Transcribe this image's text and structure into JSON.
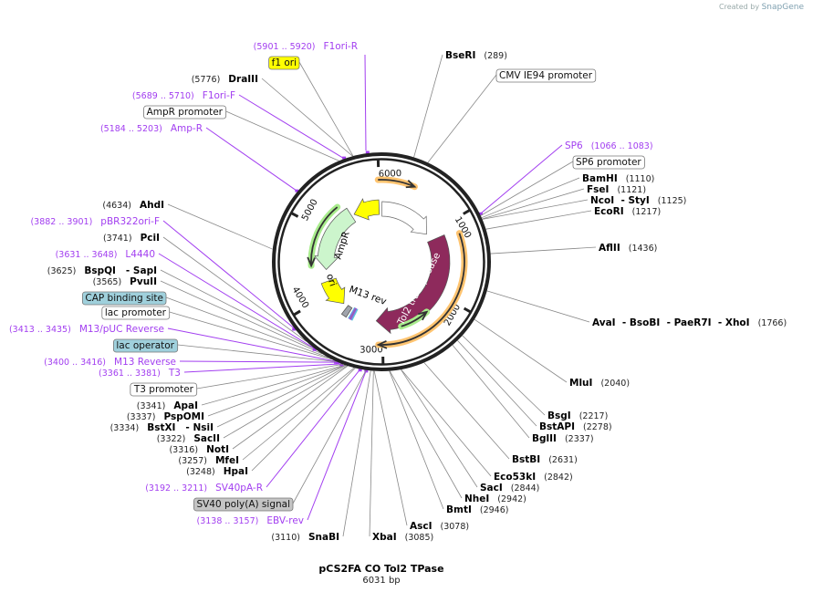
{
  "header": {
    "created_by": "Created by",
    "brand": "SnapGene"
  },
  "map": {
    "name": "pCS2FA CO Tol2 TPase",
    "length": "6031 bp",
    "length_bp": 6031
  },
  "colors": {
    "primer": "#a23ef0",
    "ring": "#222222",
    "tol2": "#8e2a5c",
    "ampr": "#ccf5cc",
    "ori": "#ffff00",
    "orange": "#ffc470",
    "green": "#a8ec8c"
  },
  "ticks": [
    {
      "label": "1000",
      "pos": 1000
    },
    {
      "label": "2000",
      "pos": 2000
    },
    {
      "label": "3000",
      "pos": 3000
    },
    {
      "label": "4000",
      "pos": 4000
    },
    {
      "label": "5000",
      "pos": 5000
    },
    {
      "label": "6000",
      "pos": 6000
    }
  ],
  "enzymes": [
    {
      "name": "BseRI",
      "pos": "(289)"
    },
    {
      "name": "BamHI",
      "pos": "(1110)"
    },
    {
      "name": "FseI",
      "pos": "(1121)"
    },
    {
      "name": "NcoI  - StyI",
      "pos": "(1125)"
    },
    {
      "name": "EcoRI",
      "pos": "(1217)"
    },
    {
      "name": "AflII",
      "pos": "(1436)"
    },
    {
      "name": "AvaI  - BsoBI  - PaeR7I  - XhoI",
      "pos": "(1766)"
    },
    {
      "name": "MluI",
      "pos": "(2040)"
    },
    {
      "name": "BsgI",
      "pos": "(2217)"
    },
    {
      "name": "BstAPI",
      "pos": "(2278)"
    },
    {
      "name": "BglII",
      "pos": "(2337)"
    },
    {
      "name": "BstBI",
      "pos": "(2631)"
    },
    {
      "name": "Eco53kI",
      "pos": "(2842)"
    },
    {
      "name": "SacI",
      "pos": "(2844)"
    },
    {
      "name": "NheI",
      "pos": "(2942)"
    },
    {
      "name": "BmtI",
      "pos": "(2946)"
    },
    {
      "name": "AscI",
      "pos": "(3078)"
    },
    {
      "name": "XbaI",
      "pos": "(3085)"
    },
    {
      "name": "SnaBI",
      "pos": "(3110)"
    },
    {
      "name": "HpaI",
      "pos": "(3248)"
    },
    {
      "name": "MfeI",
      "pos": "(3257)"
    },
    {
      "name": "NotI",
      "pos": "(3316)"
    },
    {
      "name": "SacII",
      "pos": "(3322)"
    },
    {
      "name": "BstXI   - NsiI",
      "pos": "(3334)"
    },
    {
      "name": "PspOMI",
      "pos": "(3337)"
    },
    {
      "name": "ApaI",
      "pos": "(3341)"
    },
    {
      "name": "PvuII",
      "pos": "(3565)"
    },
    {
      "name": "BspQI   - SapI",
      "pos": "(3625)"
    },
    {
      "name": "PciI",
      "pos": "(3741)"
    },
    {
      "name": "AhdI",
      "pos": "(4634)"
    },
    {
      "name": "DraIII",
      "pos": "(5776)"
    }
  ],
  "primers": [
    {
      "name": "F1ori-R",
      "range": "(5901 .. 5920)"
    },
    {
      "name": "F1ori-F",
      "range": "(5689 .. 5710)"
    },
    {
      "name": "Amp-R",
      "range": "(5184 .. 5203)"
    },
    {
      "name": "pBR322ori-F",
      "range": "(3882 .. 3901)"
    },
    {
      "name": "L4440",
      "range": "(3631 .. 3648)"
    },
    {
      "name": "M13/pUC Reverse",
      "range": "(3413 .. 3435)"
    },
    {
      "name": "M13 Reverse",
      "range": "(3400 .. 3416)"
    },
    {
      "name": "T3",
      "range": "(3361 .. 3381)"
    },
    {
      "name": "SV40pA-R",
      "range": "(3192 .. 3211)"
    },
    {
      "name": "EBV-rev",
      "range": "(3138 .. 3157)"
    },
    {
      "name": "SP6",
      "range": "(1066 .. 1083)"
    }
  ],
  "feature_labels": [
    {
      "name": "f1 ori",
      "color": "#ffff00"
    },
    {
      "name": "CMV IE94 promoter",
      "color": "#ffffff"
    },
    {
      "name": "AmpR promoter",
      "color": "#ffffff"
    },
    {
      "name": "SP6 promoter",
      "color": "#ffffff"
    },
    {
      "name": "CAP binding site",
      "color": "#9fd0dc"
    },
    {
      "name": "lac promoter",
      "color": "#ffffff"
    },
    {
      "name": "lac operator",
      "color": "#9fd0dc"
    },
    {
      "name": "T3 promoter",
      "color": "#ffffff"
    },
    {
      "name": "SV40 poly(A) signal",
      "color": "#c4c4c4"
    }
  ],
  "features": [
    {
      "name": "Tol2 transposase",
      "start": 1120,
      "end": 3100,
      "direction": "forward",
      "color": "#8e2a5c"
    },
    {
      "name": "CMV IE94 promoter",
      "start": 10,
      "end": 980,
      "direction": "forward",
      "color": "#ffffff"
    },
    {
      "name": "f1 ori",
      "start": 5990,
      "end": 5530,
      "direction": "reverse",
      "color": "#ffff00"
    },
    {
      "name": "AmpR",
      "start": 5480,
      "end": 4390,
      "direction": "reverse",
      "color": "#ccf5cc"
    },
    {
      "name": "ori",
      "start": 4190,
      "end": 3720,
      "direction": "reverse",
      "color": "#ffff00"
    },
    {
      "name": "M13 rev",
      "start": 3640,
      "end": 3560,
      "direction": "none",
      "color": "#a0a4ac"
    }
  ]
}
